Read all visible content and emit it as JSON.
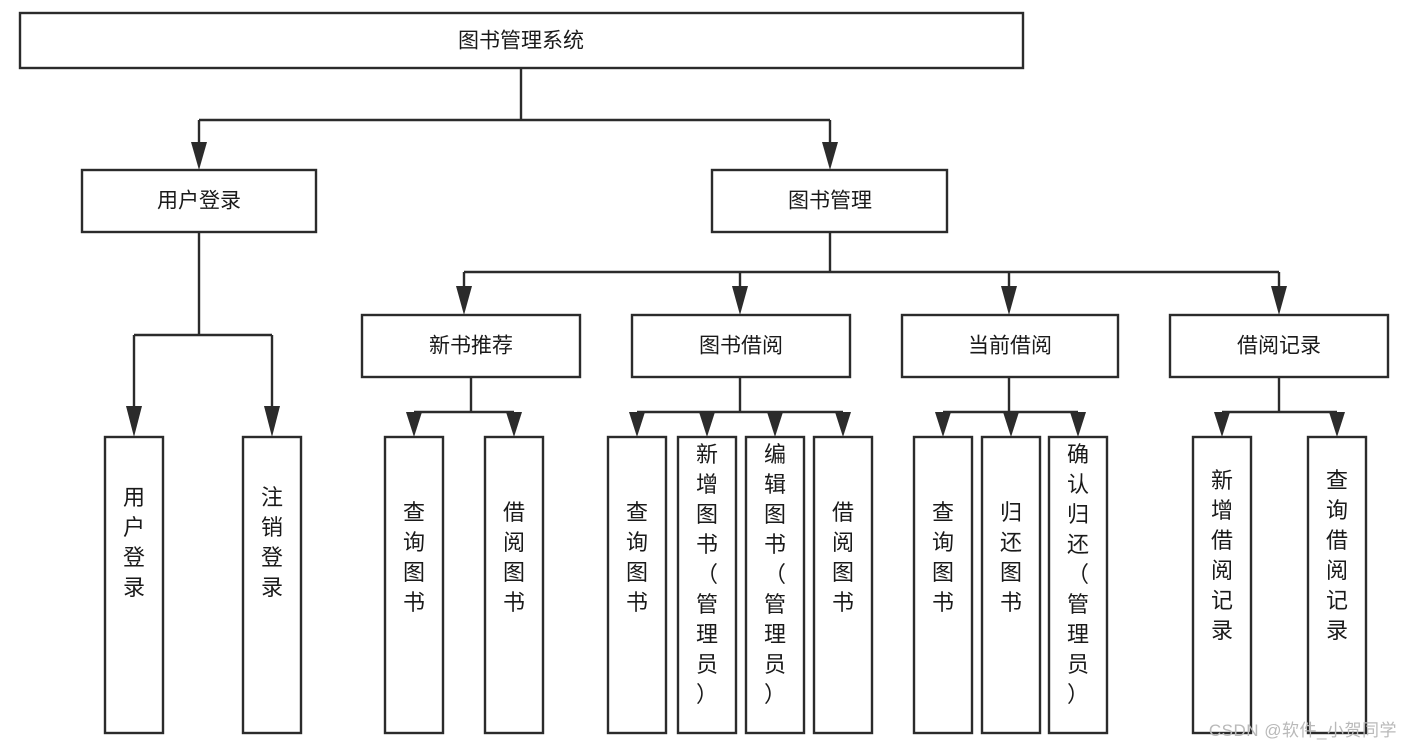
{
  "diagram": {
    "title": "图书管理系统",
    "type": "tree-hierarchy",
    "watermark": "CSDN @软件_小贺同学",
    "colors": {
      "stroke": "#2b2b2b",
      "box_fill": "#ffffff",
      "text": "#1a1a1a",
      "watermark": "#b9b9b9",
      "background": "#ffffff"
    },
    "nodes": {
      "root": {
        "label": "图书管理系统"
      },
      "level2": [
        {
          "id": "user-login",
          "label": "用户登录"
        },
        {
          "id": "book-management",
          "label": "图书管理"
        }
      ],
      "level3": [
        {
          "id": "new-book-recommend",
          "label": "新书推荐"
        },
        {
          "id": "book-borrow",
          "label": "图书借阅"
        },
        {
          "id": "current-borrow",
          "label": "当前借阅"
        },
        {
          "id": "borrow-record",
          "label": "借阅记录"
        }
      ],
      "leaves": {
        "user_login": [
          {
            "id": "leaf-user-login",
            "label": "用户登录"
          },
          {
            "id": "leaf-logout-login",
            "label": "注销登录"
          }
        ],
        "new_book_recommend": [
          {
            "id": "leaf-query-book-1",
            "label": "查询图书"
          },
          {
            "id": "leaf-borrow-book-1",
            "label": "借阅图书"
          }
        ],
        "book_borrow": [
          {
            "id": "leaf-query-book-2",
            "label": "查询图书"
          },
          {
            "id": "leaf-add-book",
            "label": "新增图书（管理员）"
          },
          {
            "id": "leaf-edit-book",
            "label": "编辑图书（管理员）"
          },
          {
            "id": "leaf-borrow-book-2",
            "label": "借阅图书"
          }
        ],
        "current_borrow": [
          {
            "id": "leaf-query-book-3",
            "label": "查询图书"
          },
          {
            "id": "leaf-return-book",
            "label": "归还图书"
          },
          {
            "id": "leaf-confirm-return",
            "label": "确认归还（管理员）"
          }
        ],
        "borrow_record": [
          {
            "id": "leaf-add-record",
            "label": "新增借阅记录"
          },
          {
            "id": "leaf-query-record",
            "label": "查询借阅记录"
          }
        ]
      }
    }
  }
}
